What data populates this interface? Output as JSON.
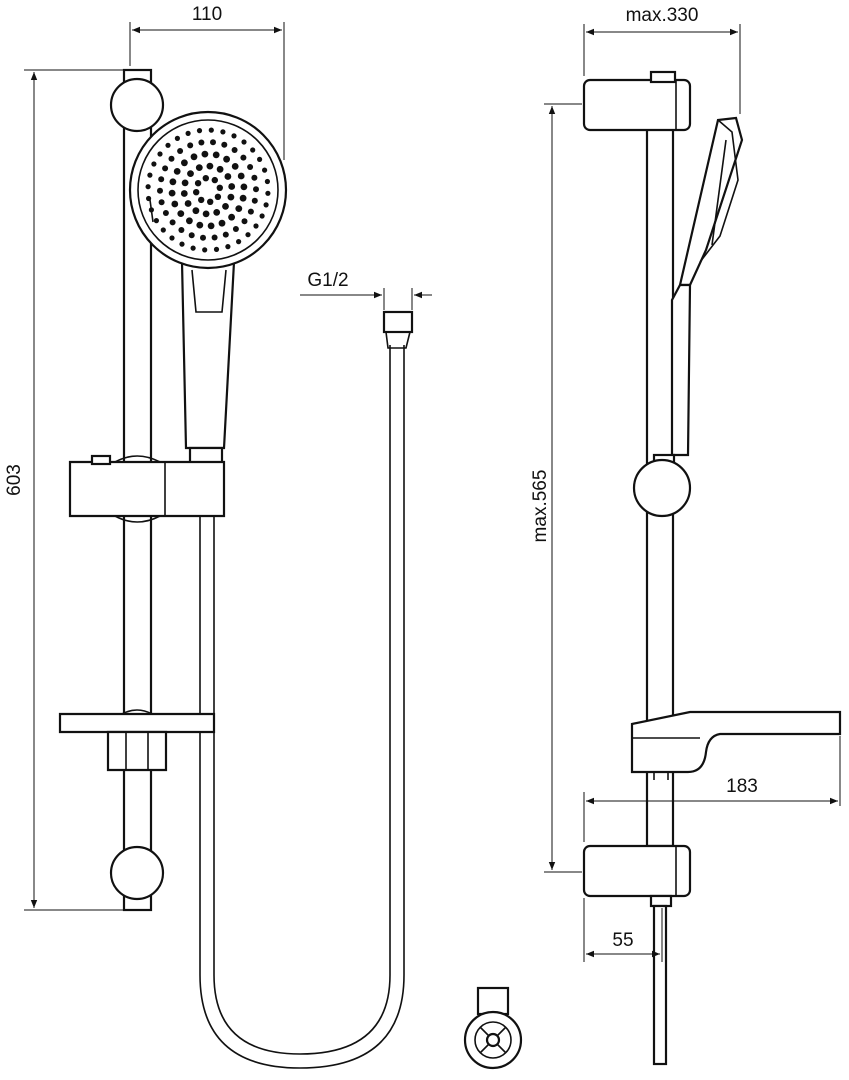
{
  "dimensions": {
    "width_top": "110",
    "height_left": "603",
    "connector_thread": "G1/2",
    "max_projection": "max.330",
    "max_height": "max.565",
    "shelf_depth": "183",
    "rail_offset": "55"
  },
  "colors": {
    "line": "#111111",
    "background": "#ffffff"
  }
}
